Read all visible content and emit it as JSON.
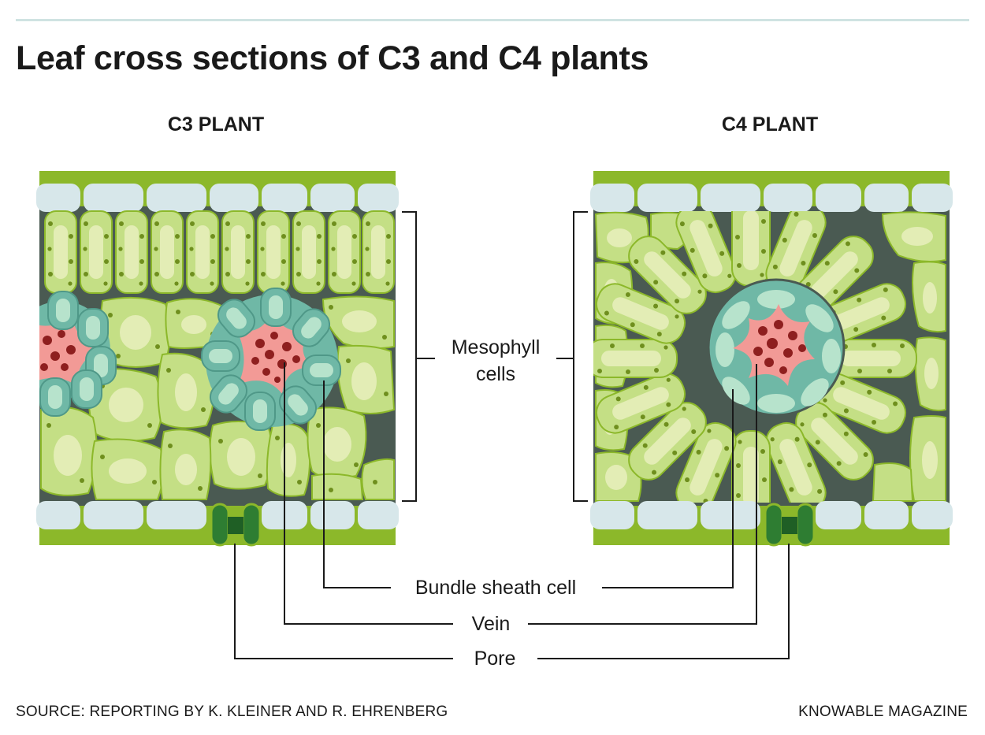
{
  "title": "Leaf cross sections of C3 and C4 plants",
  "panels": {
    "c3": {
      "title": "C3 PLANT"
    },
    "c4": {
      "title": "C4 PLANT"
    }
  },
  "labels": {
    "mesophyll_line1": "Mesophyll",
    "mesophyll_line2": "cells",
    "bundle_sheath": "Bundle sheath cell",
    "vein": "Vein",
    "pore": "Pore"
  },
  "footer": {
    "source": "SOURCE: REPORTING BY K. KLEINER AND R. EHRENBERG",
    "credit": "KNOWABLE MAGAZINE"
  },
  "colors": {
    "leaf_edge": "#8cb82a",
    "interior": "#4a5a52",
    "cell_fill": "#c4df85",
    "cell_inner": "#e3edb5",
    "chloroplast": "#6f8f1e",
    "epidermis": "#d7e7ea",
    "sheath": "#6fb8a6",
    "sheath_inner": "#b7e3cc",
    "vein": "#f29a96",
    "vein_dots": "#8e1f1f",
    "pore": "#2e7d32"
  }
}
